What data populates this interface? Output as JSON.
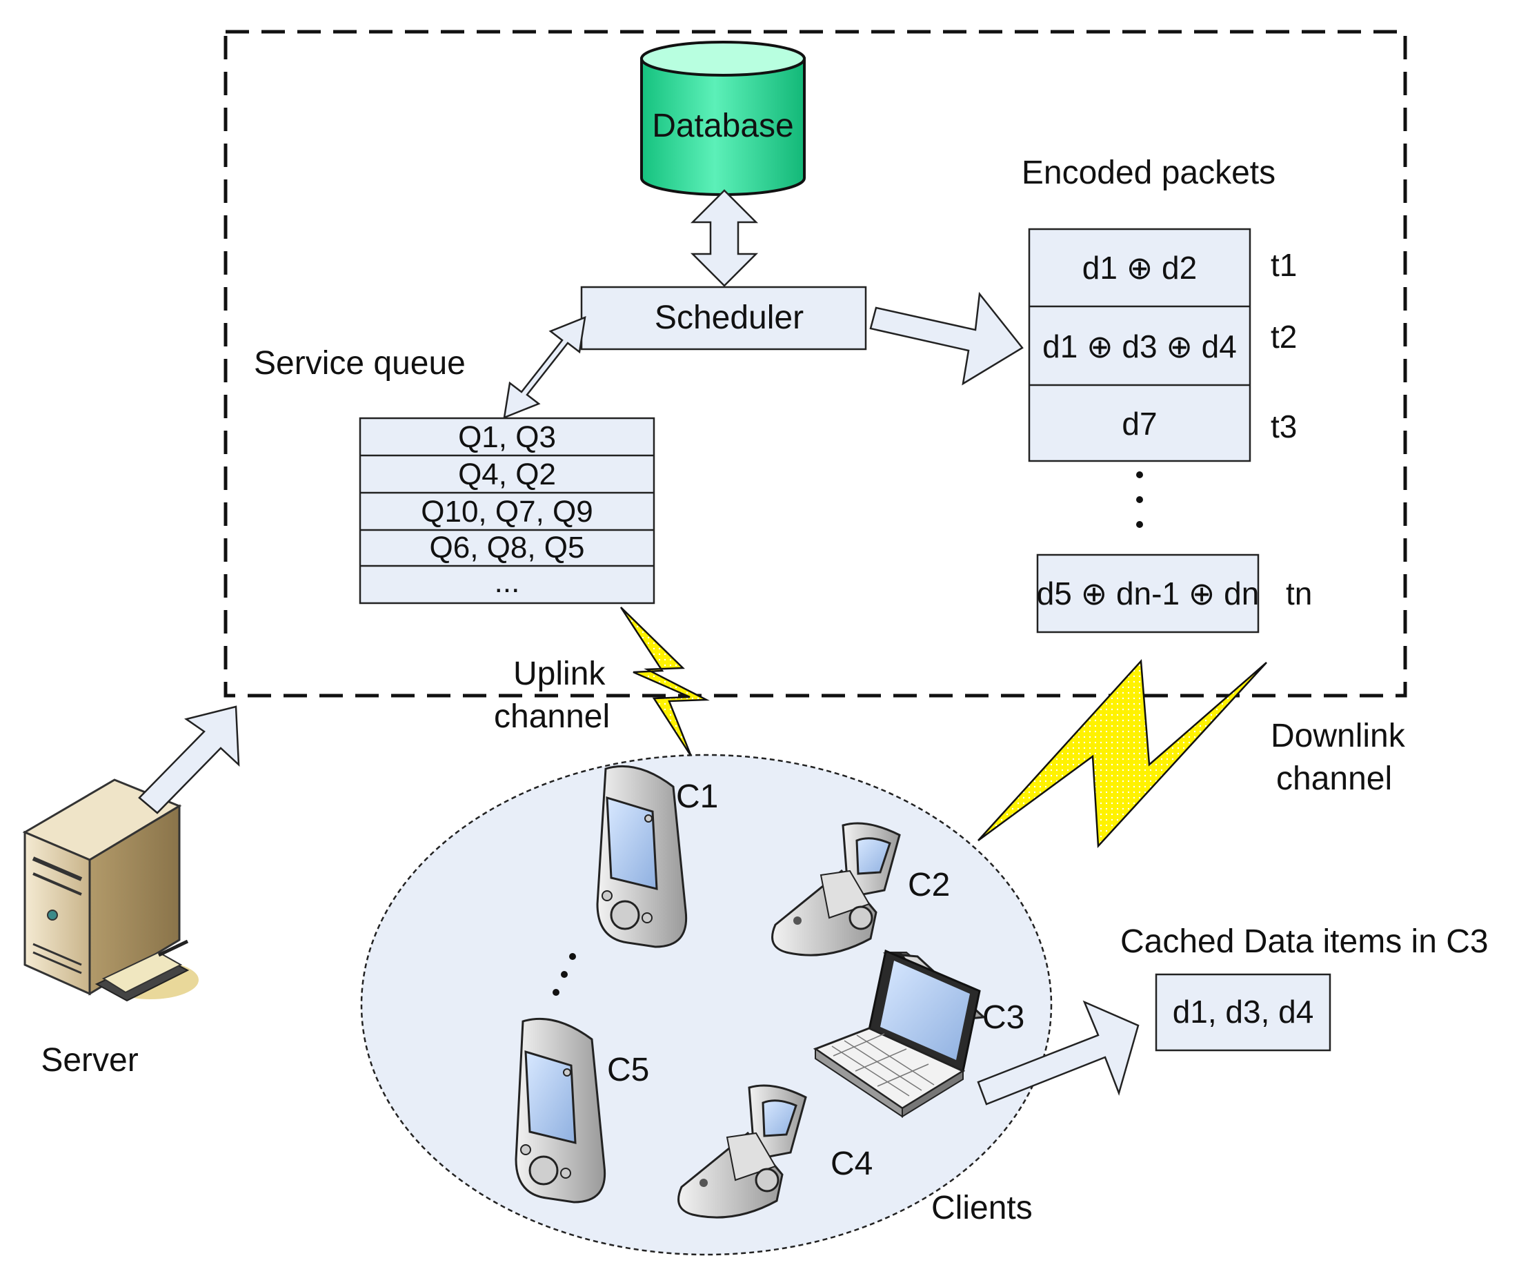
{
  "database": {
    "label": "Database"
  },
  "scheduler": {
    "label": "Scheduler"
  },
  "service_queue": {
    "title": "Service queue",
    "rows": [
      "Q1, Q3",
      "Q4, Q2",
      "Q10, Q7, Q9",
      "Q6, Q8, Q5",
      "..."
    ]
  },
  "encoded_packets": {
    "title": "Encoded packets",
    "rows": [
      {
        "packet": "d1 ⊕ d2",
        "time": "t1"
      },
      {
        "packet": "d1 ⊕ d3 ⊕ d4",
        "time": "t2"
      },
      {
        "packet": "d7",
        "time": "t3"
      },
      {
        "packet": "d5 ⊕ dn-1 ⊕ dn",
        "time": "tn"
      }
    ]
  },
  "uplink": {
    "line1": "Uplink",
    "line2": "channel"
  },
  "downlink": {
    "line1": "Downlink",
    "line2": "channel"
  },
  "server": {
    "label": "Server"
  },
  "clients": {
    "label": "Clients",
    "devices": [
      "C1",
      "C2",
      "C3",
      "C4",
      "C5"
    ]
  },
  "cache": {
    "title": "Cached Data items in C3",
    "items": "d1, d3, d4"
  },
  "colors": {
    "database_fill": "#3fe3a3",
    "box_fill": "#e8eef8",
    "lightning": "#fff200",
    "client_area": "#e8eef8"
  }
}
